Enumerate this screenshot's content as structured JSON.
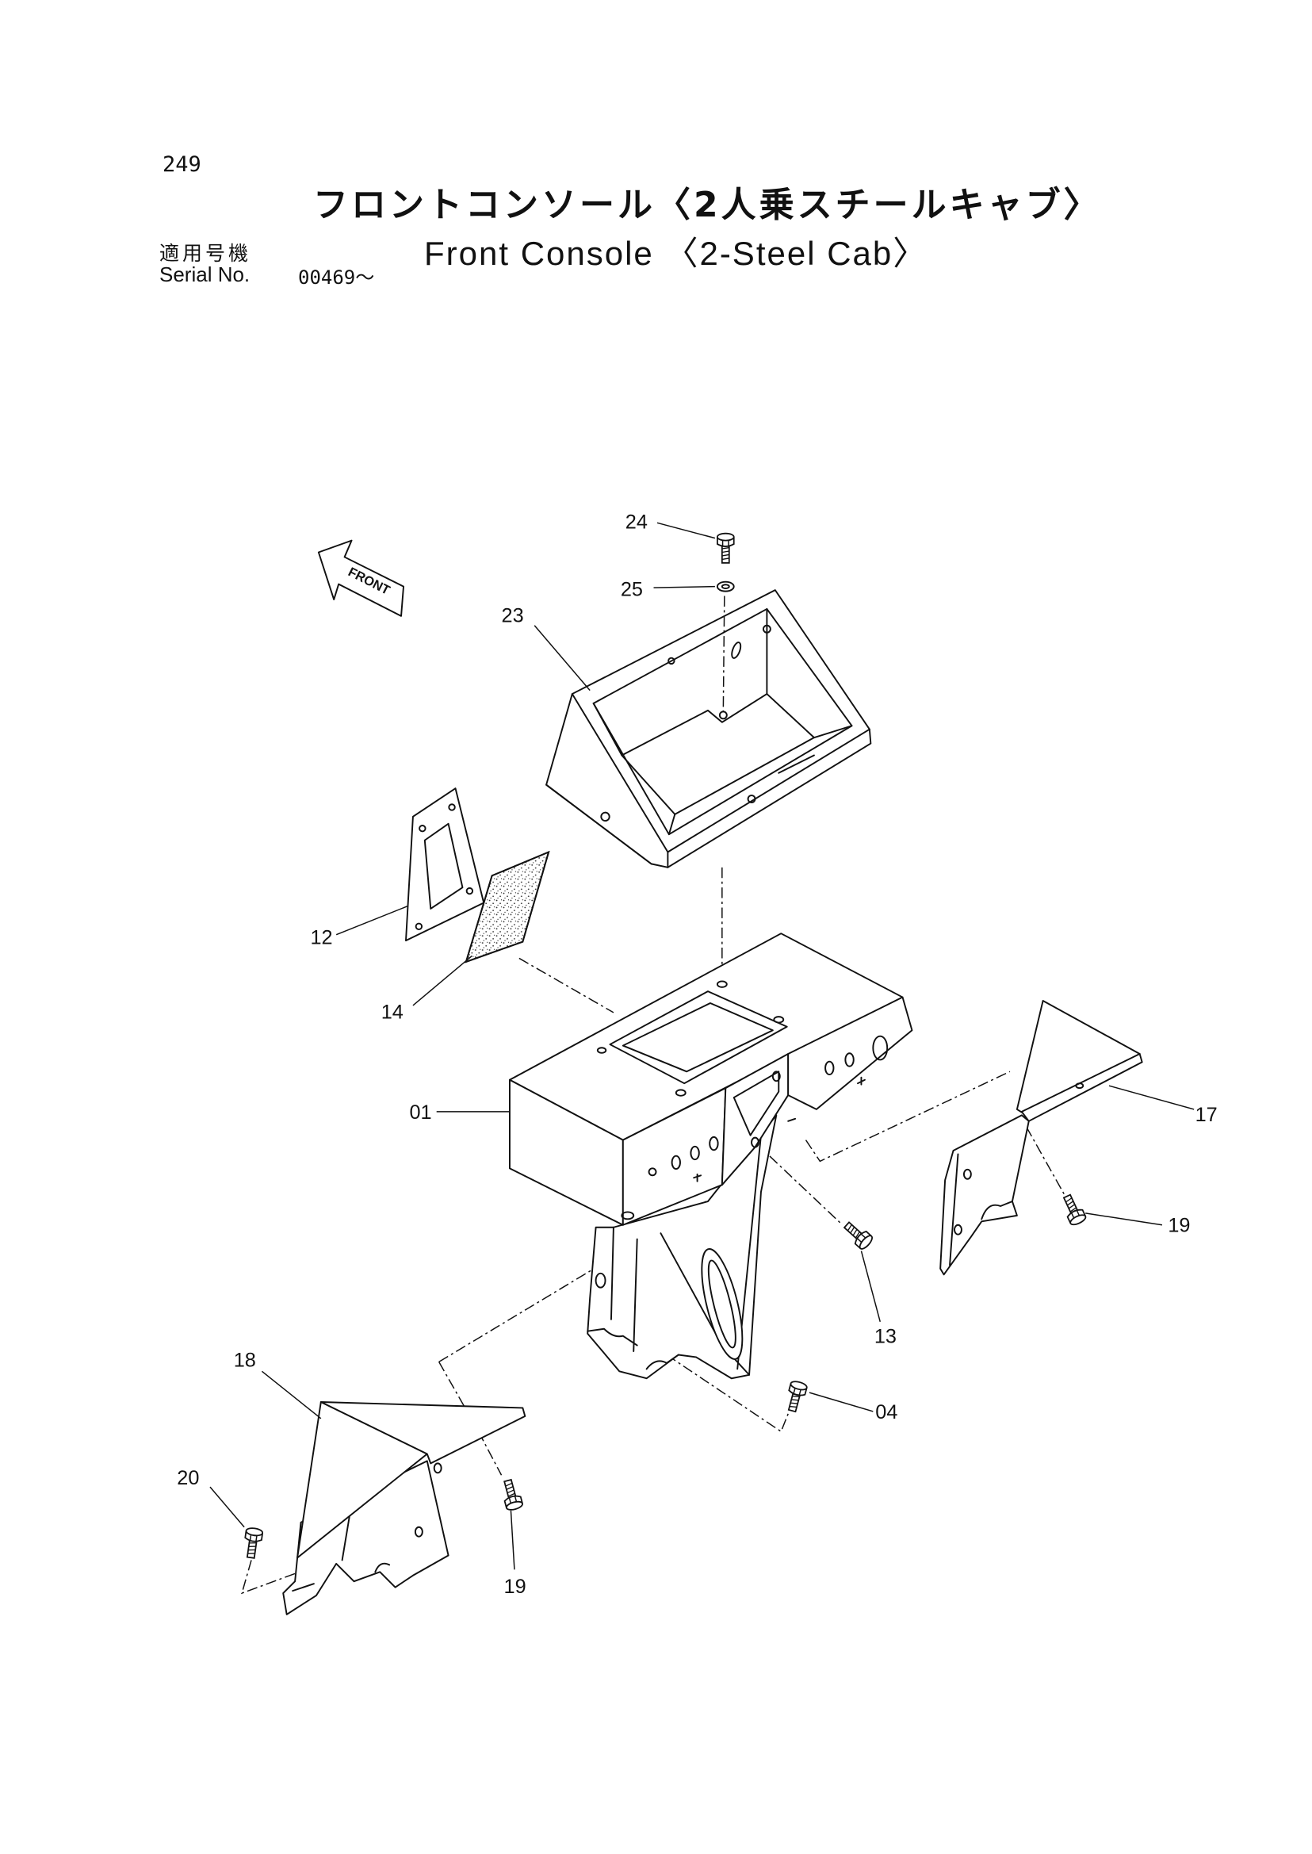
{
  "page": {
    "number": "249"
  },
  "title": {
    "ja": "フロントコンソール〈2人乗スチールキャブ〉",
    "en": "Front Console 〈2-Steel Cab〉"
  },
  "serial": {
    "label_ja": "適用号機",
    "label_en": "Serial No.",
    "value": "00469～"
  },
  "diagram": {
    "front_arrow": "FRONT",
    "callouts": [
      "24",
      "25",
      "23",
      "12",
      "14",
      "01",
      "17",
      "19",
      "13",
      "04",
      "18",
      "20",
      "19"
    ]
  }
}
